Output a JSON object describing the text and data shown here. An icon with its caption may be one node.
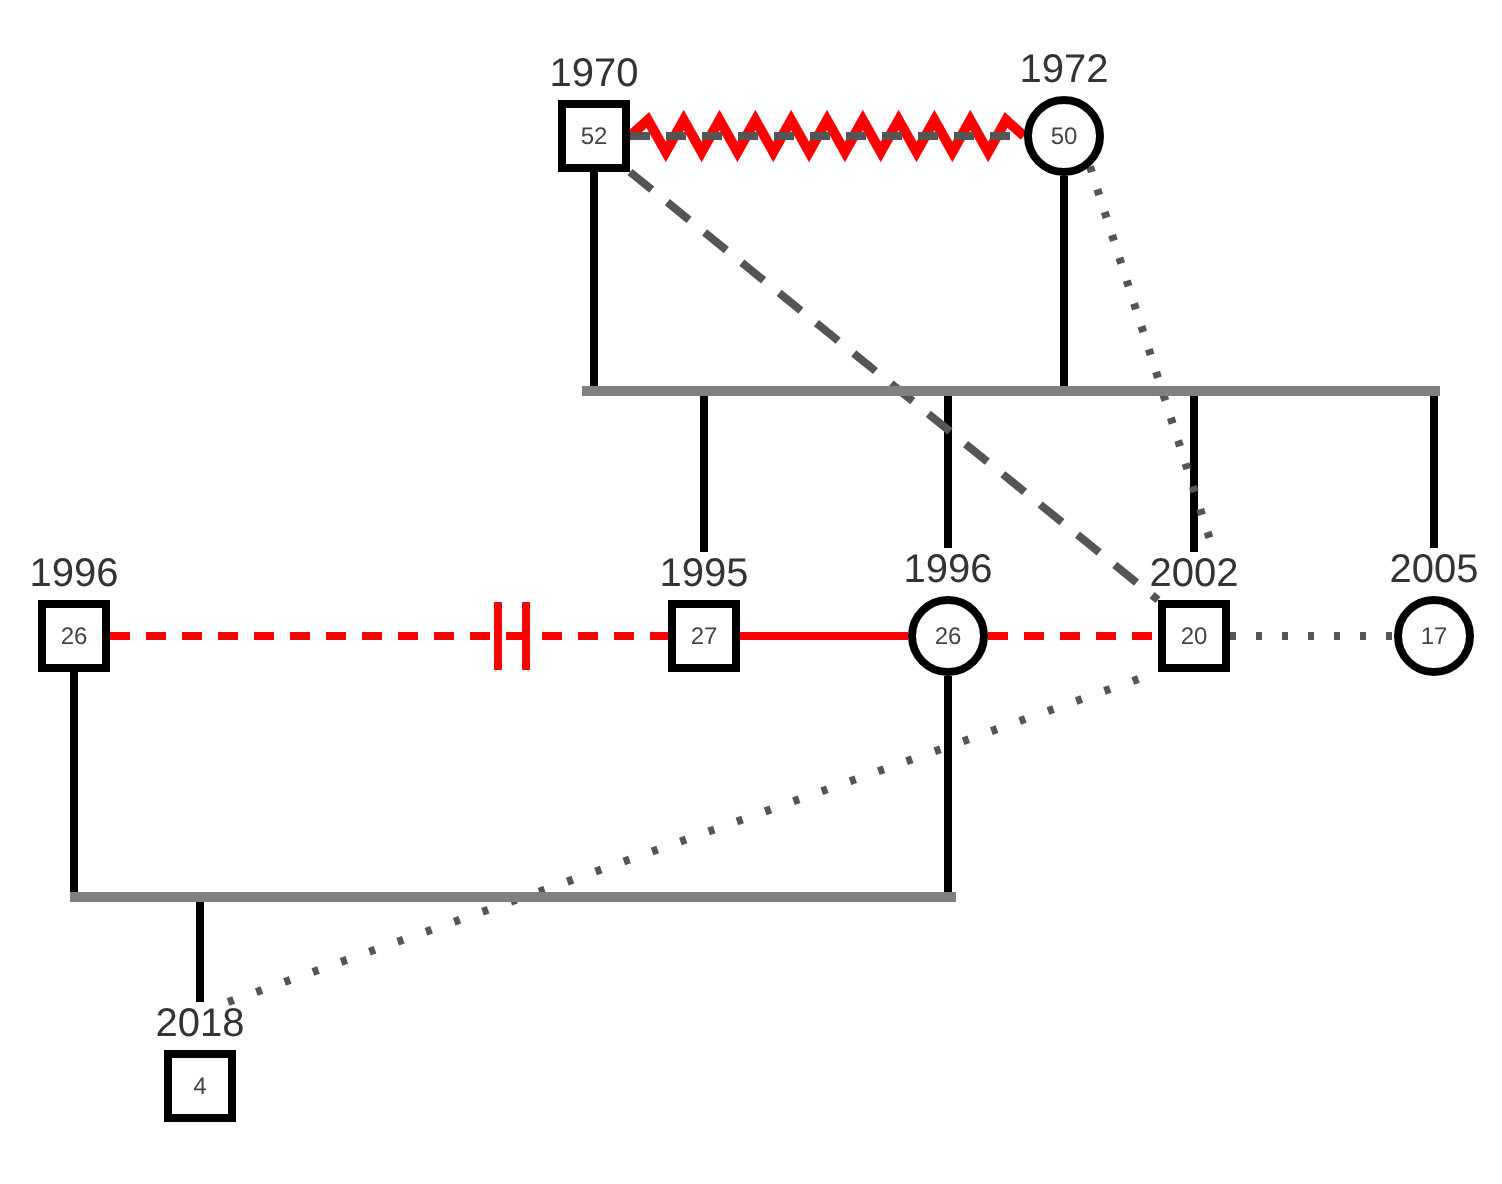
{
  "diagram": {
    "nodes": [
      {
        "text": [
          "52"
        ],
        "beside": [
          "1970"
        ]
      },
      {
        "text": [
          "50"
        ],
        "beside": [
          "1972"
        ]
      },
      {
        "text": [
          "27"
        ],
        "beside": [
          "1995"
        ]
      },
      {
        "text": [
          "26"
        ],
        "beside": [
          "1996"
        ]
      },
      {
        "text": [
          "20"
        ],
        "beside": [
          "2002"
        ]
      },
      {
        "text": [
          "17"
        ],
        "beside": [
          "2005"
        ]
      },
      {
        "text": [
          "26"
        ],
        "beside": [
          "1996"
        ]
      },
      {
        "text": [
          "4"
        ],
        "beside": [
          "2018"
        ]
      },
      {
        "text": [],
        "shape": "bar"
      },
      {
        "text": [],
        "shape": "bar"
      }
    ],
    "edges": [
      {
        "from": 0,
        "to": 1,
        "arrow": "none",
        "color": "#ff0000"
      },
      {
        "from": 0,
        "to": 1,
        "arrow": "none",
        "style": "dashed",
        "color": "#555555"
      },
      {
        "from": 0,
        "to": 8,
        "arrow": "none"
      },
      {
        "from": 1,
        "to": 8,
        "arrow": "none"
      },
      {
        "from": 8,
        "to": 2,
        "arrow": "none"
      },
      {
        "from": 8,
        "to": 3,
        "arrow": "none"
      },
      {
        "from": 8,
        "to": 4,
        "arrow": "none"
      },
      {
        "from": 8,
        "to": 5,
        "arrow": "none"
      },
      {
        "from": 6,
        "to": 2,
        "arrow": "none",
        "style": "dashed",
        "color": "#ff0000"
      },
      {
        "from": 2,
        "to": 3,
        "arrow": "none",
        "color": "#ff0000"
      },
      {
        "from": 3,
        "to": 4,
        "arrow": "none",
        "style": "dashed",
        "color": "#ff0000"
      },
      {
        "from": 4,
        "to": 5,
        "arrow": "none",
        "style": "dashed",
        "color": "#555555"
      },
      {
        "from": 0,
        "to": 4,
        "arrow": "none",
        "style": "dashed",
        "color": "#555555"
      },
      {
        "from": 1,
        "to": 4,
        "arrow": "none",
        "style": "dashed",
        "color": "#555555"
      },
      {
        "from": 6,
        "to": 9,
        "arrow": "none"
      },
      {
        "from": 3,
        "to": 9,
        "arrow": "none"
      },
      {
        "from": 9,
        "to": 7,
        "arrow": "none"
      },
      {
        "from": 7,
        "to": 4,
        "arrow": "none",
        "style": "dashed",
        "color": "#555555"
      }
    ]
  }
}
